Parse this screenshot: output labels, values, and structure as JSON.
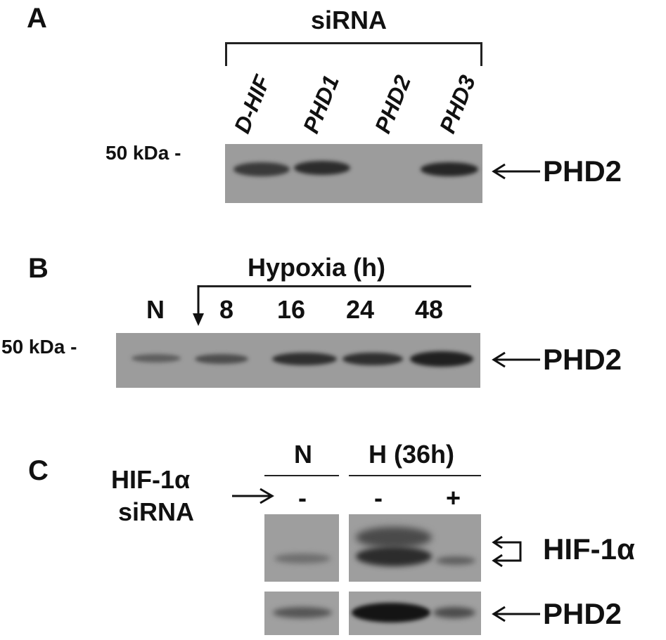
{
  "panelA": {
    "letter": "A",
    "header": "siRNA",
    "lanes": [
      "D-HIF",
      "PHD1",
      "PHD2",
      "PHD3"
    ],
    "marker": "50 kDa -",
    "target": "PHD2"
  },
  "panelB": {
    "letter": "B",
    "header": "Hypoxia (h)",
    "lanes": [
      "N",
      "8",
      "16",
      "24",
      "48"
    ],
    "marker": "50 kDa -",
    "target": "PHD2"
  },
  "panelC": {
    "letter": "C",
    "row_label_1": "HIF-1α",
    "row_label_2": "siRNA",
    "group_n": "N",
    "group_h": "H (36h)",
    "signs": [
      "-",
      "-",
      "+"
    ],
    "target_top": "HIF-1α",
    "target_bottom": "PHD2"
  },
  "colors": {
    "blot_bg": "#9a9a9a",
    "band": "#2a2a2a",
    "text": "#111111"
  }
}
